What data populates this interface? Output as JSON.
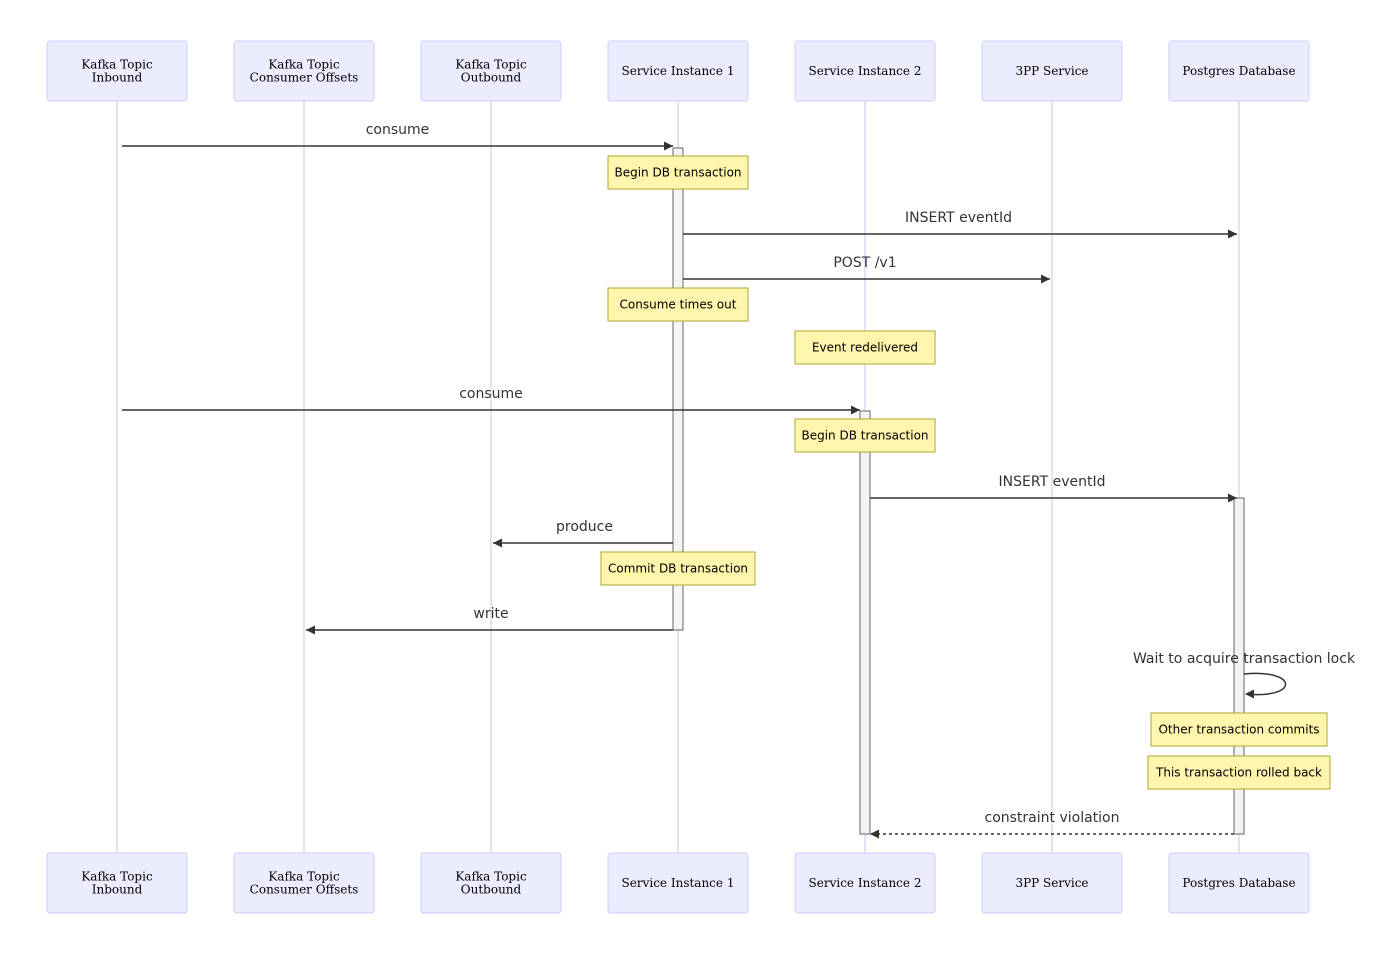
{
  "diagram": {
    "actors": [
      {
        "id": "inbound",
        "lines": [
          "Kafka Topic",
          "Inbound"
        ]
      },
      {
        "id": "offsets",
        "lines": [
          "Kafka Topic",
          "Consumer Offsets"
        ]
      },
      {
        "id": "outbound",
        "lines": [
          "Kafka Topic",
          "Outbound"
        ]
      },
      {
        "id": "svc1",
        "lines": [
          "Service Instance 1"
        ]
      },
      {
        "id": "svc2",
        "lines": [
          "Service Instance 2"
        ]
      },
      {
        "id": "pp3",
        "lines": [
          "3PP Service"
        ]
      },
      {
        "id": "db",
        "lines": [
          "Postgres Database"
        ]
      }
    ],
    "messages": [
      {
        "from": "inbound",
        "to": "svc1",
        "label": "consume",
        "style": "solid"
      },
      {
        "from": "svc1",
        "to": "db",
        "label": "INSERT eventId",
        "style": "solid"
      },
      {
        "from": "svc1",
        "to": "pp3",
        "label": "POST /v1",
        "style": "solid"
      },
      {
        "from": "inbound",
        "to": "svc2",
        "label": "consume",
        "style": "solid"
      },
      {
        "from": "svc2",
        "to": "db",
        "label": "INSERT eventId",
        "style": "solid"
      },
      {
        "from": "svc1",
        "to": "outbound",
        "label": "produce",
        "style": "solid"
      },
      {
        "from": "svc1",
        "to": "offsets",
        "label": "write",
        "style": "solid"
      },
      {
        "from": "db",
        "to": "db",
        "label": "Wait to acquire transaction lock",
        "style": "self"
      },
      {
        "from": "db",
        "to": "svc2",
        "label": "constraint violation",
        "style": "dashed"
      }
    ],
    "notes": [
      {
        "over": "svc1",
        "text": "Begin DB transaction"
      },
      {
        "over": "svc1",
        "text": "Consume times out"
      },
      {
        "over": "svc2",
        "text": "Event redelivered"
      },
      {
        "over": "svc2",
        "text": "Begin DB transaction"
      },
      {
        "over": "svc1",
        "text": "Commit DB transaction"
      },
      {
        "over": "db",
        "text": "Other transaction commits"
      },
      {
        "over": "db",
        "text": "This transaction rolled back"
      }
    ]
  }
}
